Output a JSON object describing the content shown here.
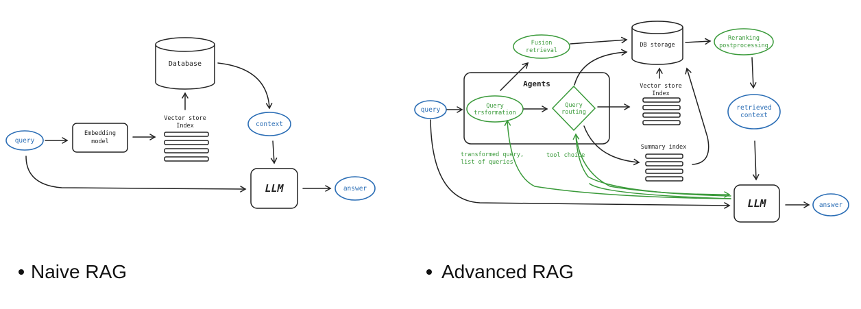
{
  "naive": {
    "query": "query",
    "embedding_model": [
      "Embedding",
      "model"
    ],
    "database": "Database",
    "vector_store": [
      "Vector store",
      "Index"
    ],
    "context": "context",
    "llm": "LLM",
    "answer": "answer",
    "caption": "Naive RAG"
  },
  "advanced": {
    "query": "query",
    "agents": "Agents",
    "query_transformation": [
      "Query",
      "trsformation"
    ],
    "query_routing": [
      "Query",
      "routing"
    ],
    "fusion_retrieval": [
      "Fusion",
      "retrieval"
    ],
    "db_storage": "DB storage",
    "reranking": [
      "Reranking",
      "postprocessing"
    ],
    "vector_store": [
      "Vector store",
      "Index"
    ],
    "summary_index": "Summary index",
    "retrieved_context": [
      "retrieved",
      "context"
    ],
    "transformed_query": [
      "transformed query,",
      "list of queries"
    ],
    "tool_choice": "tool choice",
    "llm": "LLM",
    "answer": "answer",
    "caption": "Advanced RAG"
  },
  "colors": {
    "ink": "#222222",
    "blue": "#2a6db5",
    "green": "#3a9a3a"
  }
}
